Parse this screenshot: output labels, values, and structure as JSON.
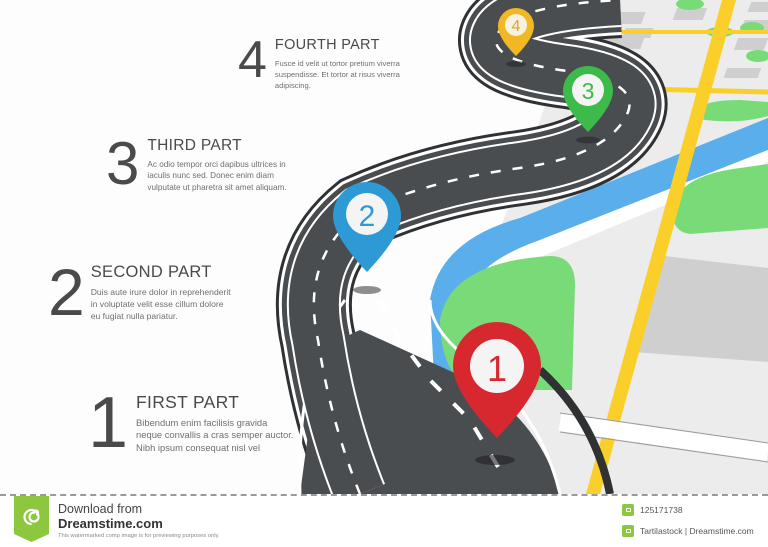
{
  "steps": [
    {
      "number": "1",
      "title": "FIRST PART",
      "description": "Bibendum enim facilisis gravida\nneque convallis a cras semper auctor.\nNibh ipsum consequat nisl vel"
    },
    {
      "number": "2",
      "title": "SECOND PART",
      "description": "Duis aute irure dolor in reprehenderit\nin voluptate velit esse cillum dolore\neu fugiat nulla pariatur."
    },
    {
      "number": "3",
      "title": "THIRD PART",
      "description": "Ac odio tempor orci dapibus ultrices in\niaculis nunc sed. Donec enim diam\nvulputate ut pharetra sit amet aliquam."
    },
    {
      "number": "4",
      "title": "FOURTH PART",
      "description": "Fusce id velit ut tortor pretium viverra\nsuspendisse. Et tortor at risus viverra\nadipiscing."
    }
  ],
  "pins": [
    {
      "label": "1",
      "color": "#d7282f"
    },
    {
      "label": "2",
      "color": "#2d9ad6"
    },
    {
      "label": "3",
      "color": "#3cba4a"
    },
    {
      "label": "4",
      "color": "#f2b824"
    }
  ],
  "colors": {
    "road": "#4a4d50",
    "river": "#5aaeec",
    "park": "#78db78",
    "highway": "#fbcf2a",
    "block": "#cfcfcf",
    "ground": "#ececec"
  },
  "footer": {
    "download_line": "Download from",
    "site_name": "Dreamstime.com",
    "disclaimer": "This watermarked comp image is for previewing purposes only.",
    "image_id": "125171738",
    "credit": "Tartilastock | Dreamstime.com",
    "brand_color": "#8dc63f"
  }
}
